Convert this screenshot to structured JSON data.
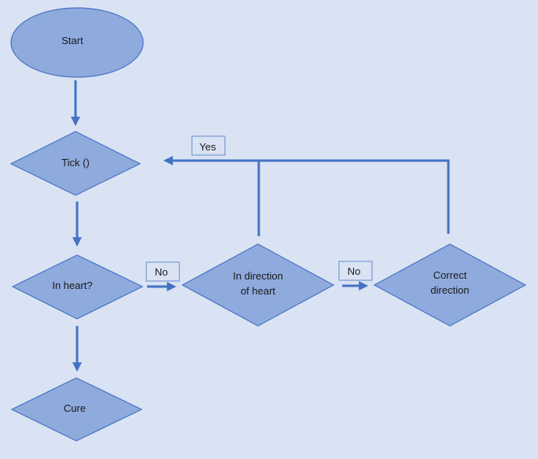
{
  "colors": {
    "background": "#dae3f3",
    "shape_fill": "#8faadc",
    "shape_stroke": "#4472c4",
    "connector": "#4472c4"
  },
  "nodes": {
    "start": "Start",
    "tick": "Tick ()",
    "in_heart": "In heart?",
    "in_direction_line1": "In direction",
    "in_direction_line2": "of heart",
    "correct_line1": "Correct",
    "correct_line2": "direction",
    "cure": "Cure"
  },
  "labels": {
    "yes": "Yes",
    "no_1": "No",
    "no_2": "No"
  }
}
